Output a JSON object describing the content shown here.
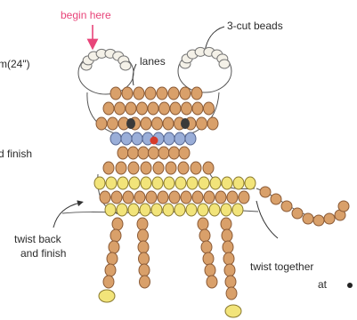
{
  "labels": {
    "begin_here": "begin here",
    "cut_beads": "3-cut beads",
    "lanes": "lanes",
    "left_measure": "m(24\")",
    "and_finish": "d finish",
    "twist_back_line1": "twist back",
    "twist_back_line2": "and finish",
    "twist_together_line1": "twist together",
    "twist_together_line2": "at"
  },
  "colors": {
    "background": "#ffffff",
    "label_text": "#2a2a2a",
    "highlight_label": "#e8457a",
    "wire": "#4a4a4a",
    "bead_tan": "#d9a06a",
    "bead_tan_edge": "#8a5a36",
    "bead_dark": "#3a3a3a",
    "bead_nose": "#d63a2a",
    "bead_blue": "#9aaed8",
    "bead_yellow": "#f2e47a",
    "bead_white": "#f4f1e8"
  }
}
